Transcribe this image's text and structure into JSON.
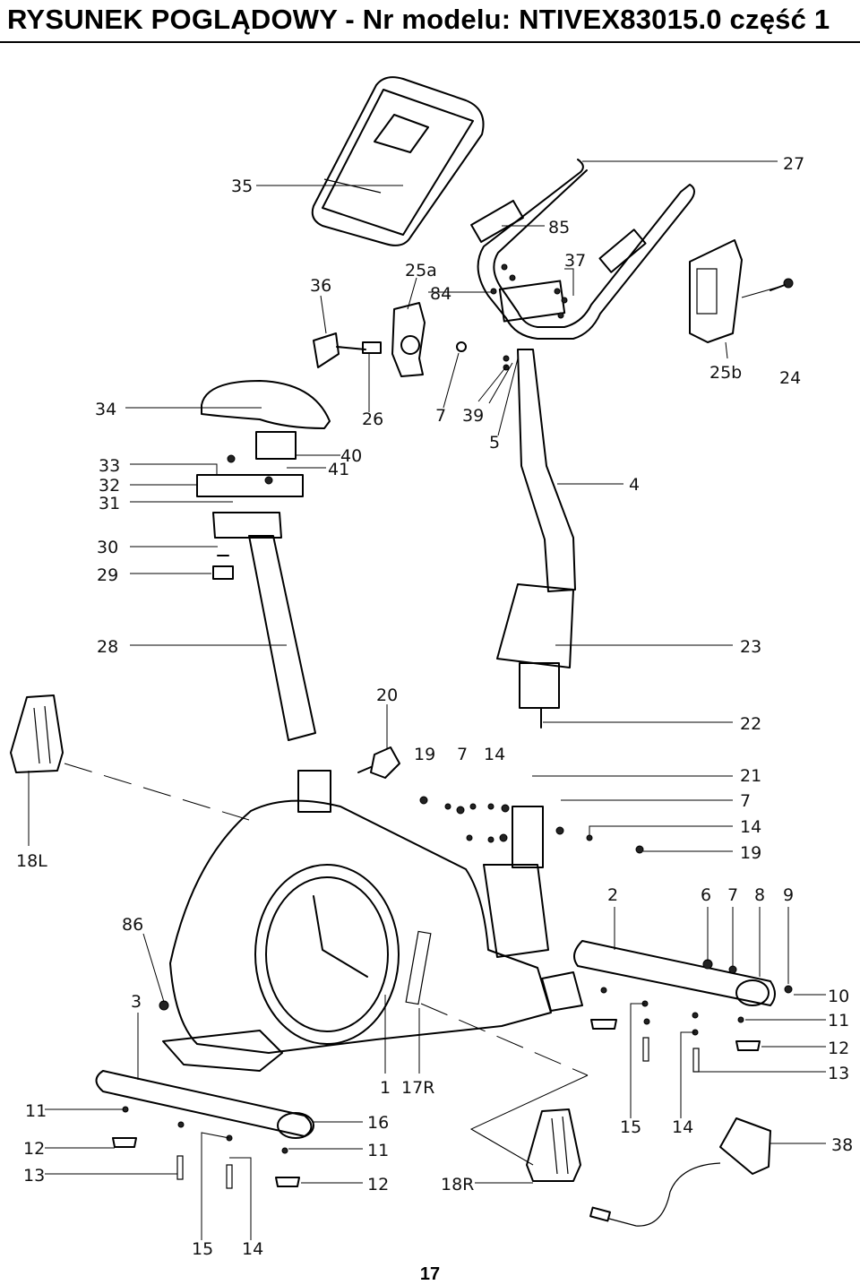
{
  "header": {
    "title": "RYSUNEK POGLĄDOWY - Nr modelu: NTIVEX83015.0 część 1"
  },
  "callouts": [
    "35",
    "27",
    "85",
    "37",
    "36",
    "25a",
    "84",
    "25b",
    "24",
    "34",
    "26",
    "7",
    "39",
    "5",
    "40",
    "41",
    "33",
    "32",
    "31",
    "4",
    "30",
    "29",
    "28",
    "23",
    "20",
    "22",
    "18L",
    "19",
    "7",
    "14",
    "21",
    "7",
    "14",
    "19",
    "86",
    "2",
    "6",
    "7",
    "8",
    "9",
    "3",
    "10",
    "11",
    "12",
    "13",
    "1",
    "17R",
    "11",
    "16",
    "12",
    "11",
    "13",
    "12",
    "18R",
    "15",
    "14",
    "38",
    "15",
    "14"
  ],
  "footer": {
    "page_number": "17"
  }
}
